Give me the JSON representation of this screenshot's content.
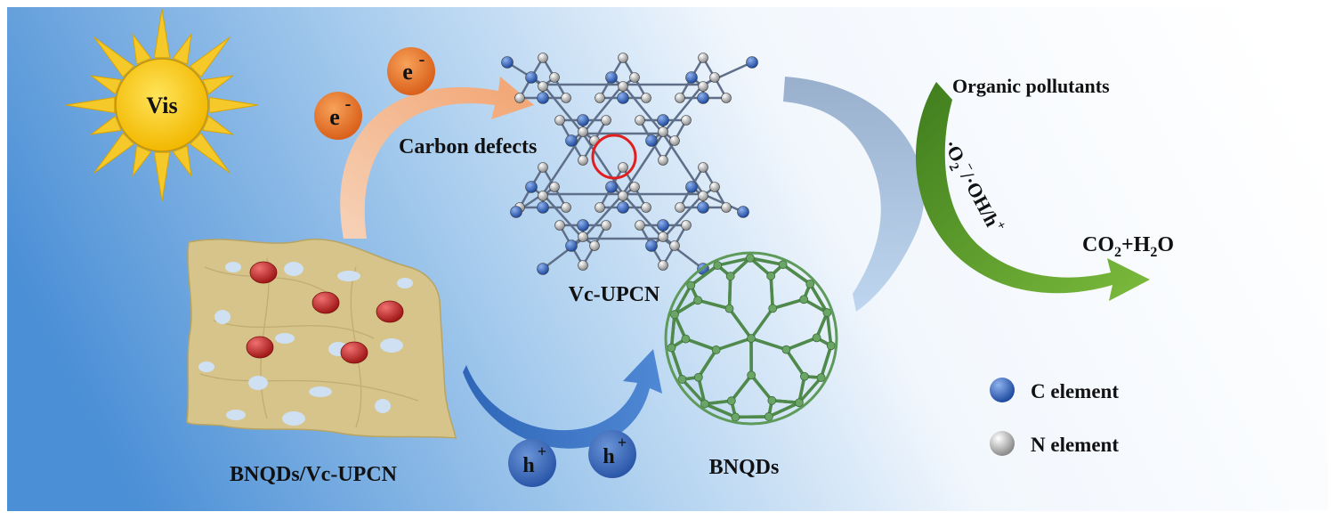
{
  "sun": {
    "label": "Vis"
  },
  "electrons": [
    {
      "base": "e",
      "sup": "-"
    },
    {
      "base": "e",
      "sup": "-"
    }
  ],
  "holes": [
    {
      "base": "h",
      "sup": "+"
    },
    {
      "base": "h",
      "sup": "+"
    }
  ],
  "labels": {
    "carbon_defects": "Carbon defects",
    "vc_upcn": "Vc-UPCN",
    "composite": "BNQDs/Vc-UPCN",
    "bnqds": "BNQDs",
    "organic_pollutants": "Organic pollutants",
    "product": {
      "a": "CO",
      "a_sub": "2",
      "b": "+H",
      "b_sub": "2",
      "c": "O"
    },
    "radicals": {
      "p1": "·O",
      "p1_sub": "2",
      "p1_sup": "−",
      "p2": "/·OH/h",
      "p2_sup": "+"
    }
  },
  "legend": [
    {
      "label": "C element",
      "color": "#2f5fb0"
    },
    {
      "label": "N element",
      "color": "#b8b8b8"
    }
  ]
}
